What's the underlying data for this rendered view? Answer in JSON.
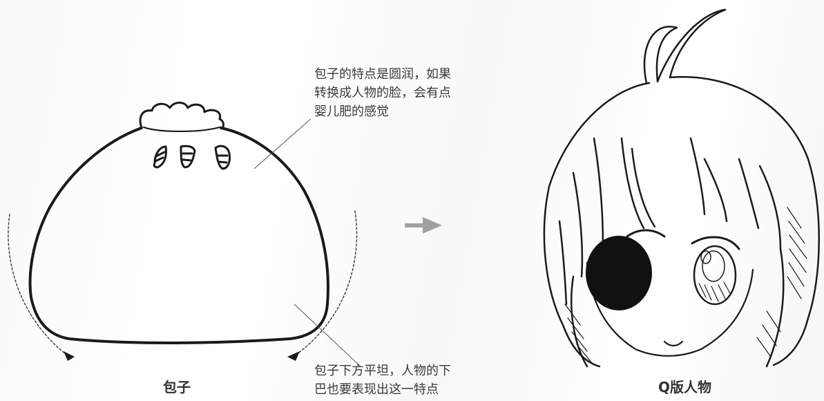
{
  "bun": {
    "label": "包子"
  },
  "character": {
    "label": "Q版人物"
  },
  "notes": {
    "round_lines": [
      "包子的特点是圆润，如果",
      "转换成人物的脸，会有点",
      "婴儿肥的感觉"
    ],
    "flat_lines": [
      "包子下方平坦，人物的下",
      "巴也要表现出这一特点"
    ]
  },
  "colors": {
    "ink": "#1a1a1a",
    "text": "#333333",
    "arrow": "#a0a0a0",
    "paper": "#ffffff"
  },
  "icons": {
    "transform_arrow": "arrow-right-icon",
    "rotate_arrows": "curved-arrow-icon"
  }
}
